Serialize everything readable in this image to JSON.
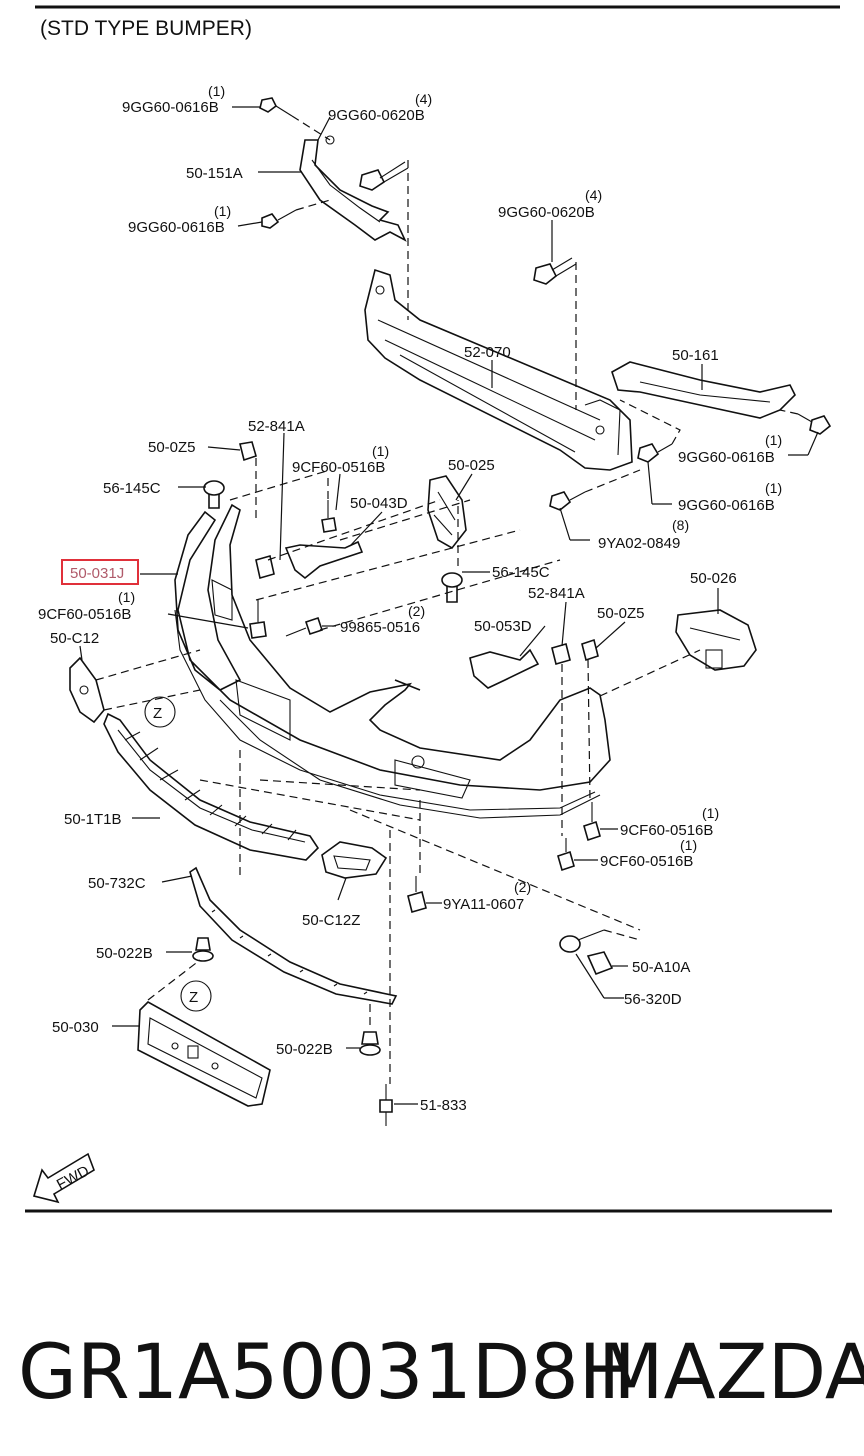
{
  "diagram": {
    "header": "(STD TYPE BUMPER)",
    "fwd": "FWD",
    "zone_marker": "Z",
    "footer_part_number": "GR1A50031D8H",
    "footer_brand": "MAZDA",
    "highlight_color": "#e0303a",
    "callouts": [
      {
        "code": "9GG60-0616B",
        "qty": "(1)"
      },
      {
        "code": "9GG60-0620B",
        "qty": "(4)"
      },
      {
        "code": "50-151A",
        "qty": ""
      },
      {
        "code": "9GG60-0616B",
        "qty": "(1)"
      },
      {
        "code": "9GG60-0620B",
        "qty": "(4)"
      },
      {
        "code": "52-070",
        "qty": ""
      },
      {
        "code": "50-161",
        "qty": ""
      },
      {
        "code": "52-841A",
        "qty": ""
      },
      {
        "code": "50-0Z5",
        "qty": ""
      },
      {
        "code": "9CF60-0516B",
        "qty": "(1)"
      },
      {
        "code": "9GG60-0616B",
        "qty": "(1)"
      },
      {
        "code": "50-025",
        "qty": ""
      },
      {
        "code": "56-145C",
        "qty": ""
      },
      {
        "code": "50-043D",
        "qty": ""
      },
      {
        "code": "9GG60-0616B",
        "qty": "(1)"
      },
      {
        "code": "9YA02-0849",
        "qty": "(8)"
      },
      {
        "code": "50-031J",
        "qty": ""
      },
      {
        "code": "56-145C",
        "qty": ""
      },
      {
        "code": "50-026",
        "qty": ""
      },
      {
        "code": "9CF60-0516B",
        "qty": "(1)"
      },
      {
        "code": "52-841A",
        "qty": ""
      },
      {
        "code": "99865-0516",
        "qty": "(2)"
      },
      {
        "code": "50-0Z5",
        "qty": ""
      },
      {
        "code": "50-C12",
        "qty": ""
      },
      {
        "code": "50-053D",
        "qty": ""
      },
      {
        "code": "50-1T1B",
        "qty": ""
      },
      {
        "code": "9CF60-0516B",
        "qty": "(1)"
      },
      {
        "code": "9CF60-0516B",
        "qty": "(1)"
      },
      {
        "code": "50-732C",
        "qty": ""
      },
      {
        "code": "9YA11-0607",
        "qty": "(2)"
      },
      {
        "code": "50-C12Z",
        "qty": ""
      },
      {
        "code": "50-022B",
        "qty": ""
      },
      {
        "code": "50-A10A",
        "qty": ""
      },
      {
        "code": "56-320D",
        "qty": ""
      },
      {
        "code": "50-030",
        "qty": ""
      },
      {
        "code": "50-022B",
        "qty": ""
      },
      {
        "code": "51-833",
        "qty": ""
      }
    ]
  }
}
